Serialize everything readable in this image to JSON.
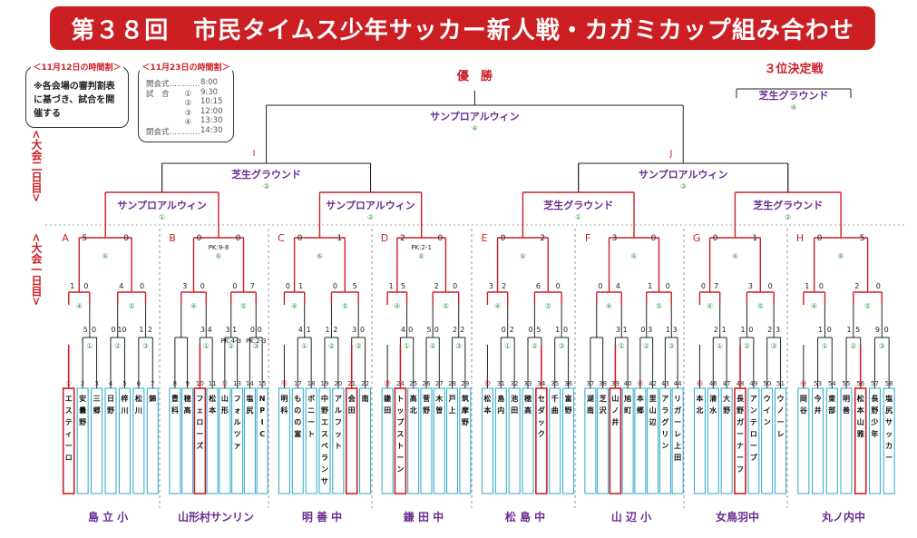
{
  "title": "第３８回　市民タイムス少年サッカー新人戦・カガミカップ組み合わせ",
  "schedule_12": {
    "header": "＜11月12日の時間割＞",
    "note": "※各会場の審判割表に基づき、試合を開催する"
  },
  "schedule_23": {
    "header": "＜11月23日の時間割＞",
    "rows": [
      {
        "label": "開会式…………",
        "time": "8:00"
      },
      {
        "label": "試　合　　①",
        "time": "9:30"
      },
      {
        "label": "　　　　　②",
        "time": "10:15"
      },
      {
        "label": "　　　　　③",
        "time": "12:00"
      },
      {
        "label": "　　　　　④",
        "time": "13:30"
      },
      {
        "label": "閉会式…………",
        "time": "14:30"
      }
    ]
  },
  "day2_label": "<大会二日目>",
  "day1_label": "<大会一日目>",
  "final": {
    "label": "優　勝",
    "venue": "サンプロアルウィン",
    "num": "④"
  },
  "third": {
    "label": "３位決定戦",
    "venue": "芝生グラウンド",
    "num": "④"
  },
  "semis": [
    {
      "letter": "I",
      "venue": "芝生グラウンド",
      "num": "③"
    },
    {
      "letter": "J",
      "venue": "サンプロアルウィン",
      "num": "③"
    }
  ],
  "quarters": [
    {
      "venue": "サンプロアルウィン",
      "num": "①"
    },
    {
      "venue": "サンプロアルウィン",
      "num": "②"
    },
    {
      "venue": "芝生グラウンド",
      "num": "①"
    },
    {
      "venue": "芝生グラウンド",
      "num": "②"
    }
  ],
  "groups": [
    {
      "letter": "A",
      "venue": "島 立 小",
      "top": [
        "5",
        "0"
      ],
      "mids": [
        [
          "1",
          "0"
        ],
        [
          "4",
          "0"
        ]
      ],
      "lows": [
        [
          "5",
          "0"
        ],
        [
          "0",
          "10"
        ],
        [
          "1",
          "2"
        ]
      ],
      "pk": [],
      "teams": [
        {
          "no": "①",
          "name": "エスティーロ",
          "seed": true,
          "win": true
        },
        {
          "no": "2",
          "name": "安曇野",
          "seed": false,
          "win": false
        },
        {
          "no": "3",
          "name": "三郷",
          "seed": false,
          "win": false
        },
        {
          "no": "4",
          "name": "日野",
          "seed": false,
          "win": false
        },
        {
          "no": "5",
          "name": "梓川",
          "seed": false,
          "win": false
        },
        {
          "no": "6",
          "name": "松川",
          "seed": false,
          "win": false
        },
        {
          "no": "7",
          "name": "錦",
          "seed": false,
          "win": false
        }
      ]
    },
    {
      "letter": "B",
      "venue": "山形村サンリン",
      "top": [
        "0",
        "0"
      ],
      "mids": [
        [
          "3",
          "0"
        ],
        [
          "0",
          "7"
        ]
      ],
      "lows": [
        [
          "3",
          "4"
        ],
        [
          "3",
          "1"
        ],
        [
          "0",
          "0"
        ]
      ],
      "pk": [
        "PK:9-8",
        "PK:4-3",
        "PK:2-3"
      ],
      "teams": [
        {
          "no": "8",
          "name": "豊科",
          "seed": false,
          "win": false
        },
        {
          "no": "9",
          "name": "穂高",
          "seed": false,
          "win": false
        },
        {
          "no": "10",
          "name": "フェローズ",
          "seed": false,
          "win": true
        },
        {
          "no": "11",
          "name": "松本",
          "seed": false,
          "win": false
        },
        {
          "no": "⑫",
          "name": "山形",
          "seed": true,
          "win": false
        },
        {
          "no": "13",
          "name": "フォルツァ",
          "seed": false,
          "win": false
        },
        {
          "no": "14",
          "name": "塩尻",
          "seed": false,
          "win": false
        },
        {
          "no": "15",
          "name": "NPIC",
          "seed": false,
          "win": false
        }
      ]
    },
    {
      "letter": "C",
      "venue": "明 善 中",
      "top": [
        "0",
        "1"
      ],
      "mids": [
        [
          "0",
          "1"
        ],
        [
          "0",
          "5"
        ]
      ],
      "lows": [
        [
          "4",
          "1"
        ],
        [
          "1",
          "2"
        ],
        [
          "3",
          "0"
        ]
      ],
      "pk": [],
      "teams": [
        {
          "no": "⑯",
          "name": "明科",
          "seed": true,
          "win": false
        },
        {
          "no": "17",
          "name": "ものの富",
          "seed": false,
          "win": false
        },
        {
          "no": "18",
          "name": "ボニート",
          "seed": false,
          "win": false
        },
        {
          "no": "19",
          "name": "中野エスペランサ",
          "seed": false,
          "win": false
        },
        {
          "no": "20",
          "name": "アルフット",
          "seed": false,
          "win": false
        },
        {
          "no": "21",
          "name": "会田",
          "seed": false,
          "win": true
        },
        {
          "no": "22",
          "name": "南",
          "seed": false,
          "win": false
        }
      ]
    },
    {
      "letter": "D",
      "venue": "鎌 田 中",
      "top": [
        "2",
        "0"
      ],
      "mids": [
        [
          "1",
          "5"
        ],
        [
          "2",
          "0"
        ]
      ],
      "lows": [
        [
          "4",
          "0"
        ],
        [
          "5",
          "0"
        ],
        [
          "2",
          "2"
        ]
      ],
      "pk": [
        "PK:2-1"
      ],
      "teams": [
        {
          "no": "㉓",
          "name": "鎌田",
          "seed": true,
          "win": false
        },
        {
          "no": "24",
          "name": "トップストーン",
          "seed": false,
          "win": true
        },
        {
          "no": "25",
          "name": "高北",
          "seed": false,
          "win": false
        },
        {
          "no": "26",
          "name": "菅野",
          "seed": false,
          "win": false
        },
        {
          "no": "27",
          "name": "木曽",
          "seed": false,
          "win": false
        },
        {
          "no": "28",
          "name": "戸上",
          "seed": false,
          "win": false
        },
        {
          "no": "29",
          "name": "筑摩野",
          "seed": false,
          "win": false
        }
      ]
    },
    {
      "letter": "E",
      "venue": "松 島 中",
      "top": [
        "0",
        "2"
      ],
      "mids": [
        [
          "3",
          "2"
        ],
        [
          "6",
          "0"
        ]
      ],
      "lows": [
        [
          "0",
          "2"
        ],
        [
          "0",
          "5"
        ],
        [
          "1",
          "0"
        ]
      ],
      "pk": [],
      "teams": [
        {
          "no": "㉚",
          "name": "松本",
          "seed": true,
          "win": false
        },
        {
          "no": "31",
          "name": "島内",
          "seed": false,
          "win": false
        },
        {
          "no": "32",
          "name": "池田",
          "seed": false,
          "win": false
        },
        {
          "no": "33",
          "name": "穂高",
          "seed": false,
          "win": false
        },
        {
          "no": "34",
          "name": "セダック",
          "seed": false,
          "win": true
        },
        {
          "no": "35",
          "name": "千曲",
          "seed": false,
          "win": false
        },
        {
          "no": "36",
          "name": "富野",
          "seed": false,
          "win": false
        }
      ]
    },
    {
      "letter": "F",
      "venue": "山 辺 小",
      "top": [
        "3",
        "0"
      ],
      "mids": [
        [
          "0",
          "4"
        ],
        [
          "1",
          "0"
        ]
      ],
      "lows": [
        [
          "3",
          "1"
        ],
        [
          "0",
          "3"
        ],
        [
          "1",
          "3"
        ]
      ],
      "pk": [],
      "teams": [
        {
          "no": "37",
          "name": "湖南",
          "seed": false,
          "win": false
        },
        {
          "no": "38",
          "name": "芝沢",
          "seed": false,
          "win": false
        },
        {
          "no": "39",
          "name": "山ノ井",
          "seed": false,
          "win": true
        },
        {
          "no": "40",
          "name": "旭町",
          "seed": false,
          "win": false
        },
        {
          "no": "㊶",
          "name": "本郷",
          "seed": true,
          "win": false
        },
        {
          "no": "42",
          "name": "里山辺",
          "seed": false,
          "win": false
        },
        {
          "no": "43",
          "name": "アラグリン",
          "seed": false,
          "win": false
        },
        {
          "no": "44",
          "name": "リガーレ上田",
          "seed": false,
          "win": false
        }
      ]
    },
    {
      "letter": "G",
      "venue": "女鳥羽中",
      "top": [
        "0",
        "1"
      ],
      "mids": [
        [
          "0",
          "7"
        ],
        [
          "3",
          "0"
        ]
      ],
      "lows": [
        [
          "2",
          "1"
        ],
        [
          "1",
          "0"
        ],
        [
          "2",
          "3"
        ]
      ],
      "pk": [],
      "teams": [
        {
          "no": "㊺",
          "name": "本北",
          "seed": true,
          "win": false
        },
        {
          "no": "46",
          "name": "清水",
          "seed": false,
          "win": false
        },
        {
          "no": "47",
          "name": "大野",
          "seed": false,
          "win": false
        },
        {
          "no": "48",
          "name": "長野ガーナーフ",
          "seed": false,
          "win": true
        },
        {
          "no": "49",
          "name": "アンテロープ",
          "seed": false,
          "win": false
        },
        {
          "no": "50",
          "name": "ウイン",
          "seed": false,
          "win": false
        },
        {
          "no": "51",
          "name": "ウノーレ",
          "seed": false,
          "win": false
        }
      ]
    },
    {
      "letter": "H",
      "venue": "丸ノ内中",
      "top": [
        "0",
        "5"
      ],
      "mids": [
        [
          "1",
          "0"
        ],
        [
          "2",
          "0"
        ]
      ],
      "lows": [
        [
          "1",
          "0"
        ],
        [
          "1",
          "5"
        ],
        [
          "9",
          "0"
        ]
      ],
      "pk": [],
      "teams": [
        {
          "no": "㊾",
          "name": "岡谷",
          "seed": true,
          "win": false
        },
        {
          "no": "53",
          "name": "今井",
          "seed": false,
          "win": false
        },
        {
          "no": "54",
          "name": "東部",
          "seed": false,
          "win": false
        },
        {
          "no": "55",
          "name": "明善",
          "seed": false,
          "win": false
        },
        {
          "no": "56",
          "name": "松本山雅",
          "seed": false,
          "win": true
        },
        {
          "no": "57",
          "name": "長野少年",
          "seed": false,
          "win": false
        },
        {
          "no": "58",
          "name": "塩尻サッカー",
          "seed": false,
          "win": false
        }
      ]
    }
  ],
  "colors": {
    "red": "#cc1f24",
    "teal": "#2aa7c9",
    "purple": "#6a2c91",
    "green": "#2e9a3a"
  }
}
